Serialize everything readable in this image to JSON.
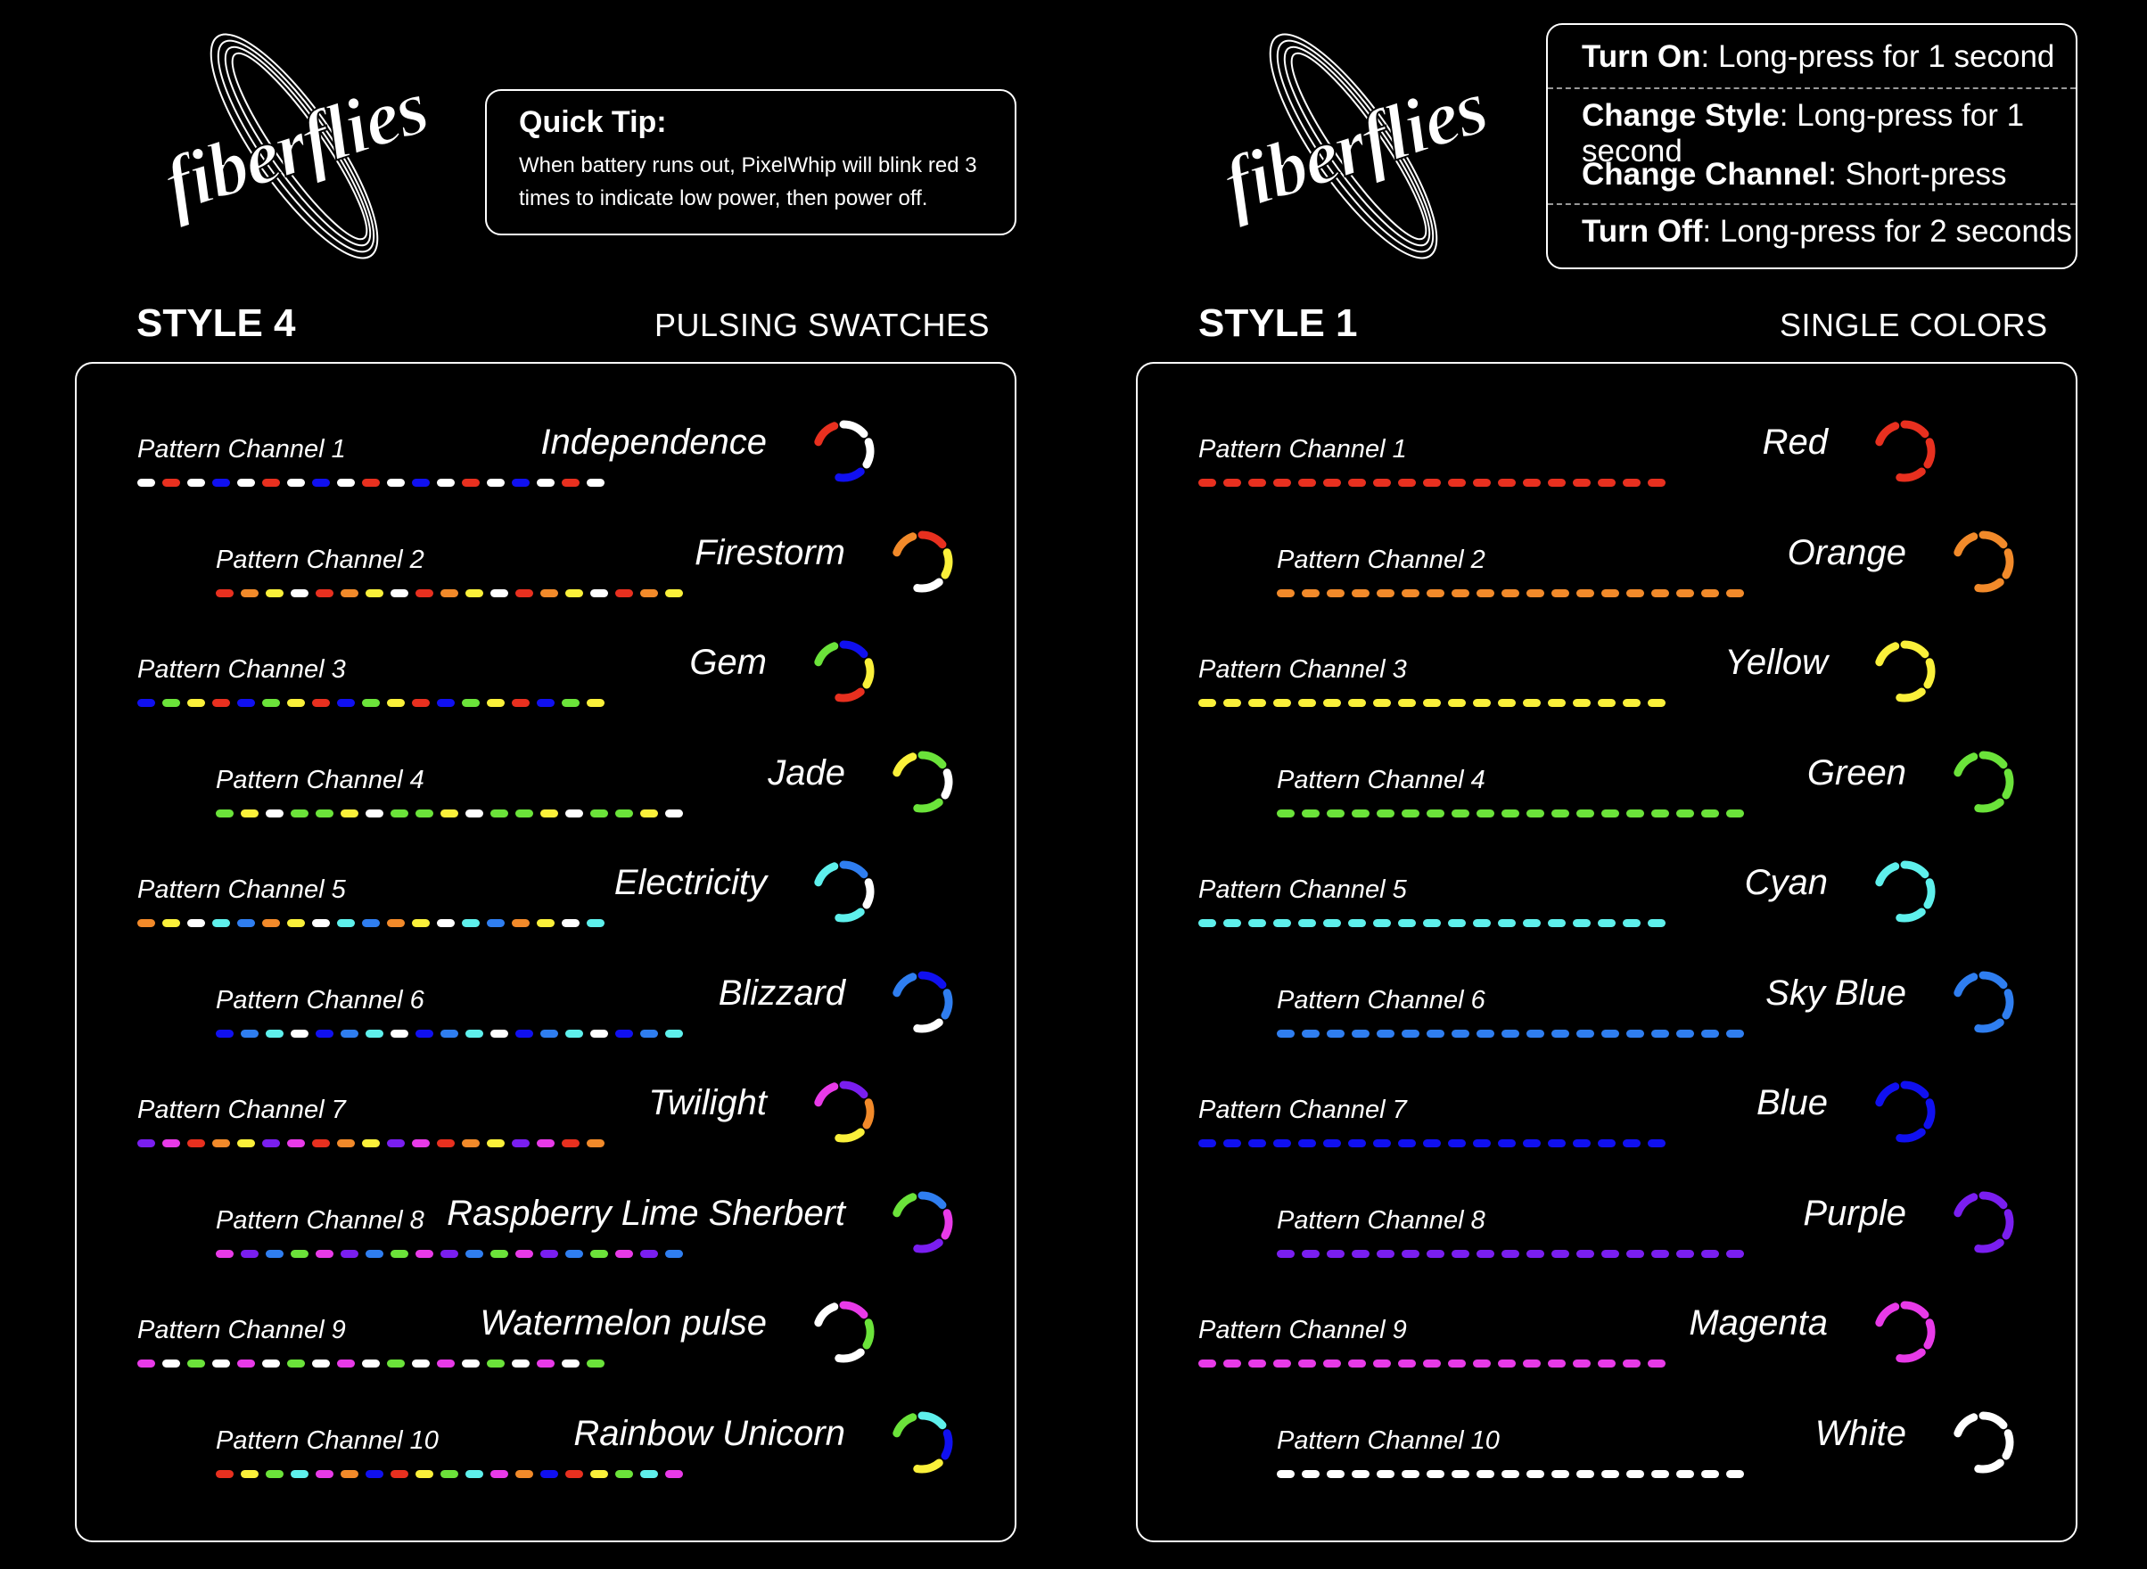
{
  "logo": {
    "text": "fiberflies"
  },
  "quick_tip": {
    "title": "Quick Tip:",
    "line1": "When battery runs out, PixelWhip will blink red 3",
    "line2": "times to indicate low power, then power off."
  },
  "controls": [
    {
      "action": "Turn On",
      "desc": ": Long-press for 1 second"
    },
    {
      "action": "Change Style",
      "desc": ": Long-press for 1 second"
    },
    {
      "action": "Change Channel",
      "desc": ": Short-press"
    },
    {
      "action": "Turn Off",
      "desc": ": Long-press for 2 seconds"
    }
  ],
  "palette": {
    "white": "#ffffff",
    "red": "#e8301f",
    "orange": "#f28a2a",
    "yellow": "#faf03a",
    "green": "#6be33a",
    "cyan": "#5ef0ec",
    "skyblue": "#2f7ef0",
    "blue": "#1010f0",
    "purple": "#7a1ef0",
    "magenta": "#e83ae8"
  },
  "style4": {
    "title": "STYLE 4",
    "subtitle": "PULSING SWATCHES",
    "channels": [
      {
        "label": "Pattern Channel 1",
        "name": "Independence",
        "pattern": [
          "white",
          "red",
          "white",
          "blue"
        ],
        "loop": [
          "red",
          "white",
          "white",
          "blue"
        ]
      },
      {
        "label": "Pattern Channel 2",
        "name": "Firestorm",
        "pattern": [
          "red",
          "orange",
          "yellow",
          "white"
        ],
        "loop": [
          "orange",
          "red",
          "yellow",
          "white"
        ]
      },
      {
        "label": "Pattern Channel 3",
        "name": "Gem",
        "pattern": [
          "blue",
          "green",
          "yellow",
          "red"
        ],
        "loop": [
          "green",
          "blue",
          "yellow",
          "red"
        ]
      },
      {
        "label": "Pattern Channel 4",
        "name": "Jade",
        "pattern": [
          "green",
          "yellow",
          "white",
          "green"
        ],
        "loop": [
          "yellow",
          "green",
          "white",
          "green"
        ]
      },
      {
        "label": "Pattern Channel 5",
        "name": "Electricity",
        "pattern": [
          "orange",
          "yellow",
          "white",
          "cyan",
          "skyblue"
        ],
        "loop": [
          "cyan",
          "skyblue",
          "white",
          "cyan"
        ]
      },
      {
        "label": "Pattern Channel 6",
        "name": "Blizzard",
        "pattern": [
          "blue",
          "skyblue",
          "cyan",
          "white"
        ],
        "loop": [
          "skyblue",
          "blue",
          "skyblue",
          "white"
        ]
      },
      {
        "label": "Pattern Channel 7",
        "name": "Twilight",
        "pattern": [
          "purple",
          "magenta",
          "red",
          "orange",
          "yellow"
        ],
        "loop": [
          "magenta",
          "purple",
          "orange",
          "yellow"
        ]
      },
      {
        "label": "Pattern Channel 8",
        "name": "Raspberry Lime Sherbert",
        "pattern": [
          "magenta",
          "purple",
          "skyblue",
          "green"
        ],
        "loop": [
          "green",
          "skyblue",
          "magenta",
          "purple"
        ]
      },
      {
        "label": "Pattern Channel 9",
        "name": "Watermelon pulse",
        "pattern": [
          "magenta",
          "white",
          "green",
          "white"
        ],
        "loop": [
          "white",
          "magenta",
          "green",
          "white"
        ]
      },
      {
        "label": "Pattern Channel 10",
        "name": "Rainbow Unicorn",
        "pattern": [
          "red",
          "yellow",
          "green",
          "cyan",
          "magenta",
          "orange",
          "blue"
        ],
        "loop": [
          "green",
          "cyan",
          "blue",
          "yellow"
        ]
      }
    ]
  },
  "style1": {
    "title": "STYLE 1",
    "subtitle": "SINGLE COLORS",
    "channels": [
      {
        "label": "Pattern Channel 1",
        "name": "Red",
        "pattern": [
          "red"
        ],
        "loop": [
          "red",
          "red",
          "red",
          "red"
        ]
      },
      {
        "label": "Pattern Channel 2",
        "name": "Orange",
        "pattern": [
          "orange"
        ],
        "loop": [
          "orange",
          "orange",
          "orange",
          "orange"
        ]
      },
      {
        "label": "Pattern Channel 3",
        "name": "Yellow",
        "pattern": [
          "yellow"
        ],
        "loop": [
          "yellow",
          "yellow",
          "yellow",
          "yellow"
        ]
      },
      {
        "label": "Pattern Channel 4",
        "name": "Green",
        "pattern": [
          "green"
        ],
        "loop": [
          "green",
          "green",
          "green",
          "green"
        ]
      },
      {
        "label": "Pattern Channel 5",
        "name": "Cyan",
        "pattern": [
          "cyan"
        ],
        "loop": [
          "cyan",
          "cyan",
          "cyan",
          "cyan"
        ]
      },
      {
        "label": "Pattern Channel 6",
        "name": "Sky Blue",
        "pattern": [
          "skyblue"
        ],
        "loop": [
          "skyblue",
          "skyblue",
          "skyblue",
          "skyblue"
        ]
      },
      {
        "label": "Pattern Channel 7",
        "name": "Blue",
        "pattern": [
          "blue"
        ],
        "loop": [
          "blue",
          "blue",
          "blue",
          "blue"
        ]
      },
      {
        "label": "Pattern Channel 8",
        "name": "Purple",
        "pattern": [
          "purple"
        ],
        "loop": [
          "purple",
          "purple",
          "purple",
          "purple"
        ]
      },
      {
        "label": "Pattern Channel 9",
        "name": "Magenta",
        "pattern": [
          "magenta"
        ],
        "loop": [
          "magenta",
          "magenta",
          "magenta",
          "magenta"
        ]
      },
      {
        "label": "Pattern Channel 10",
        "name": "White",
        "pattern": [
          "white"
        ],
        "loop": [
          "white",
          "white",
          "white",
          "white"
        ]
      }
    ]
  }
}
